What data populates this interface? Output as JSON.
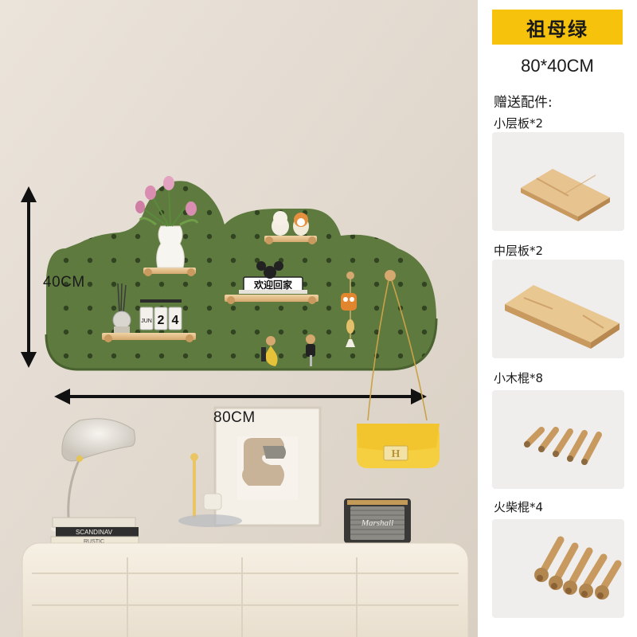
{
  "scene": {
    "width_label": "80CM",
    "height_label": "40CM",
    "panel_color": "#5e7a3e",
    "wall_color": "#e4dcd2",
    "calendar": [
      "JUN",
      "2",
      "4"
    ],
    "sign_text": "欢迎回家",
    "books": [
      "SCANDINAV",
      "RUSTIC"
    ],
    "speaker_brand": "Marshall"
  },
  "sidebar": {
    "color_name": "祖母绿",
    "size": "80*40CM",
    "accessories_title": "赠送配件:",
    "items": [
      {
        "label": "小层板*2",
        "icon": "small-shelf-board"
      },
      {
        "label": "中层板*2",
        "icon": "medium-shelf-board"
      },
      {
        "label": "小木棍*8",
        "icon": "small-wooden-pegs"
      },
      {
        "label": "火柴棍*4",
        "icon": "matchstick-pegs"
      }
    ]
  }
}
